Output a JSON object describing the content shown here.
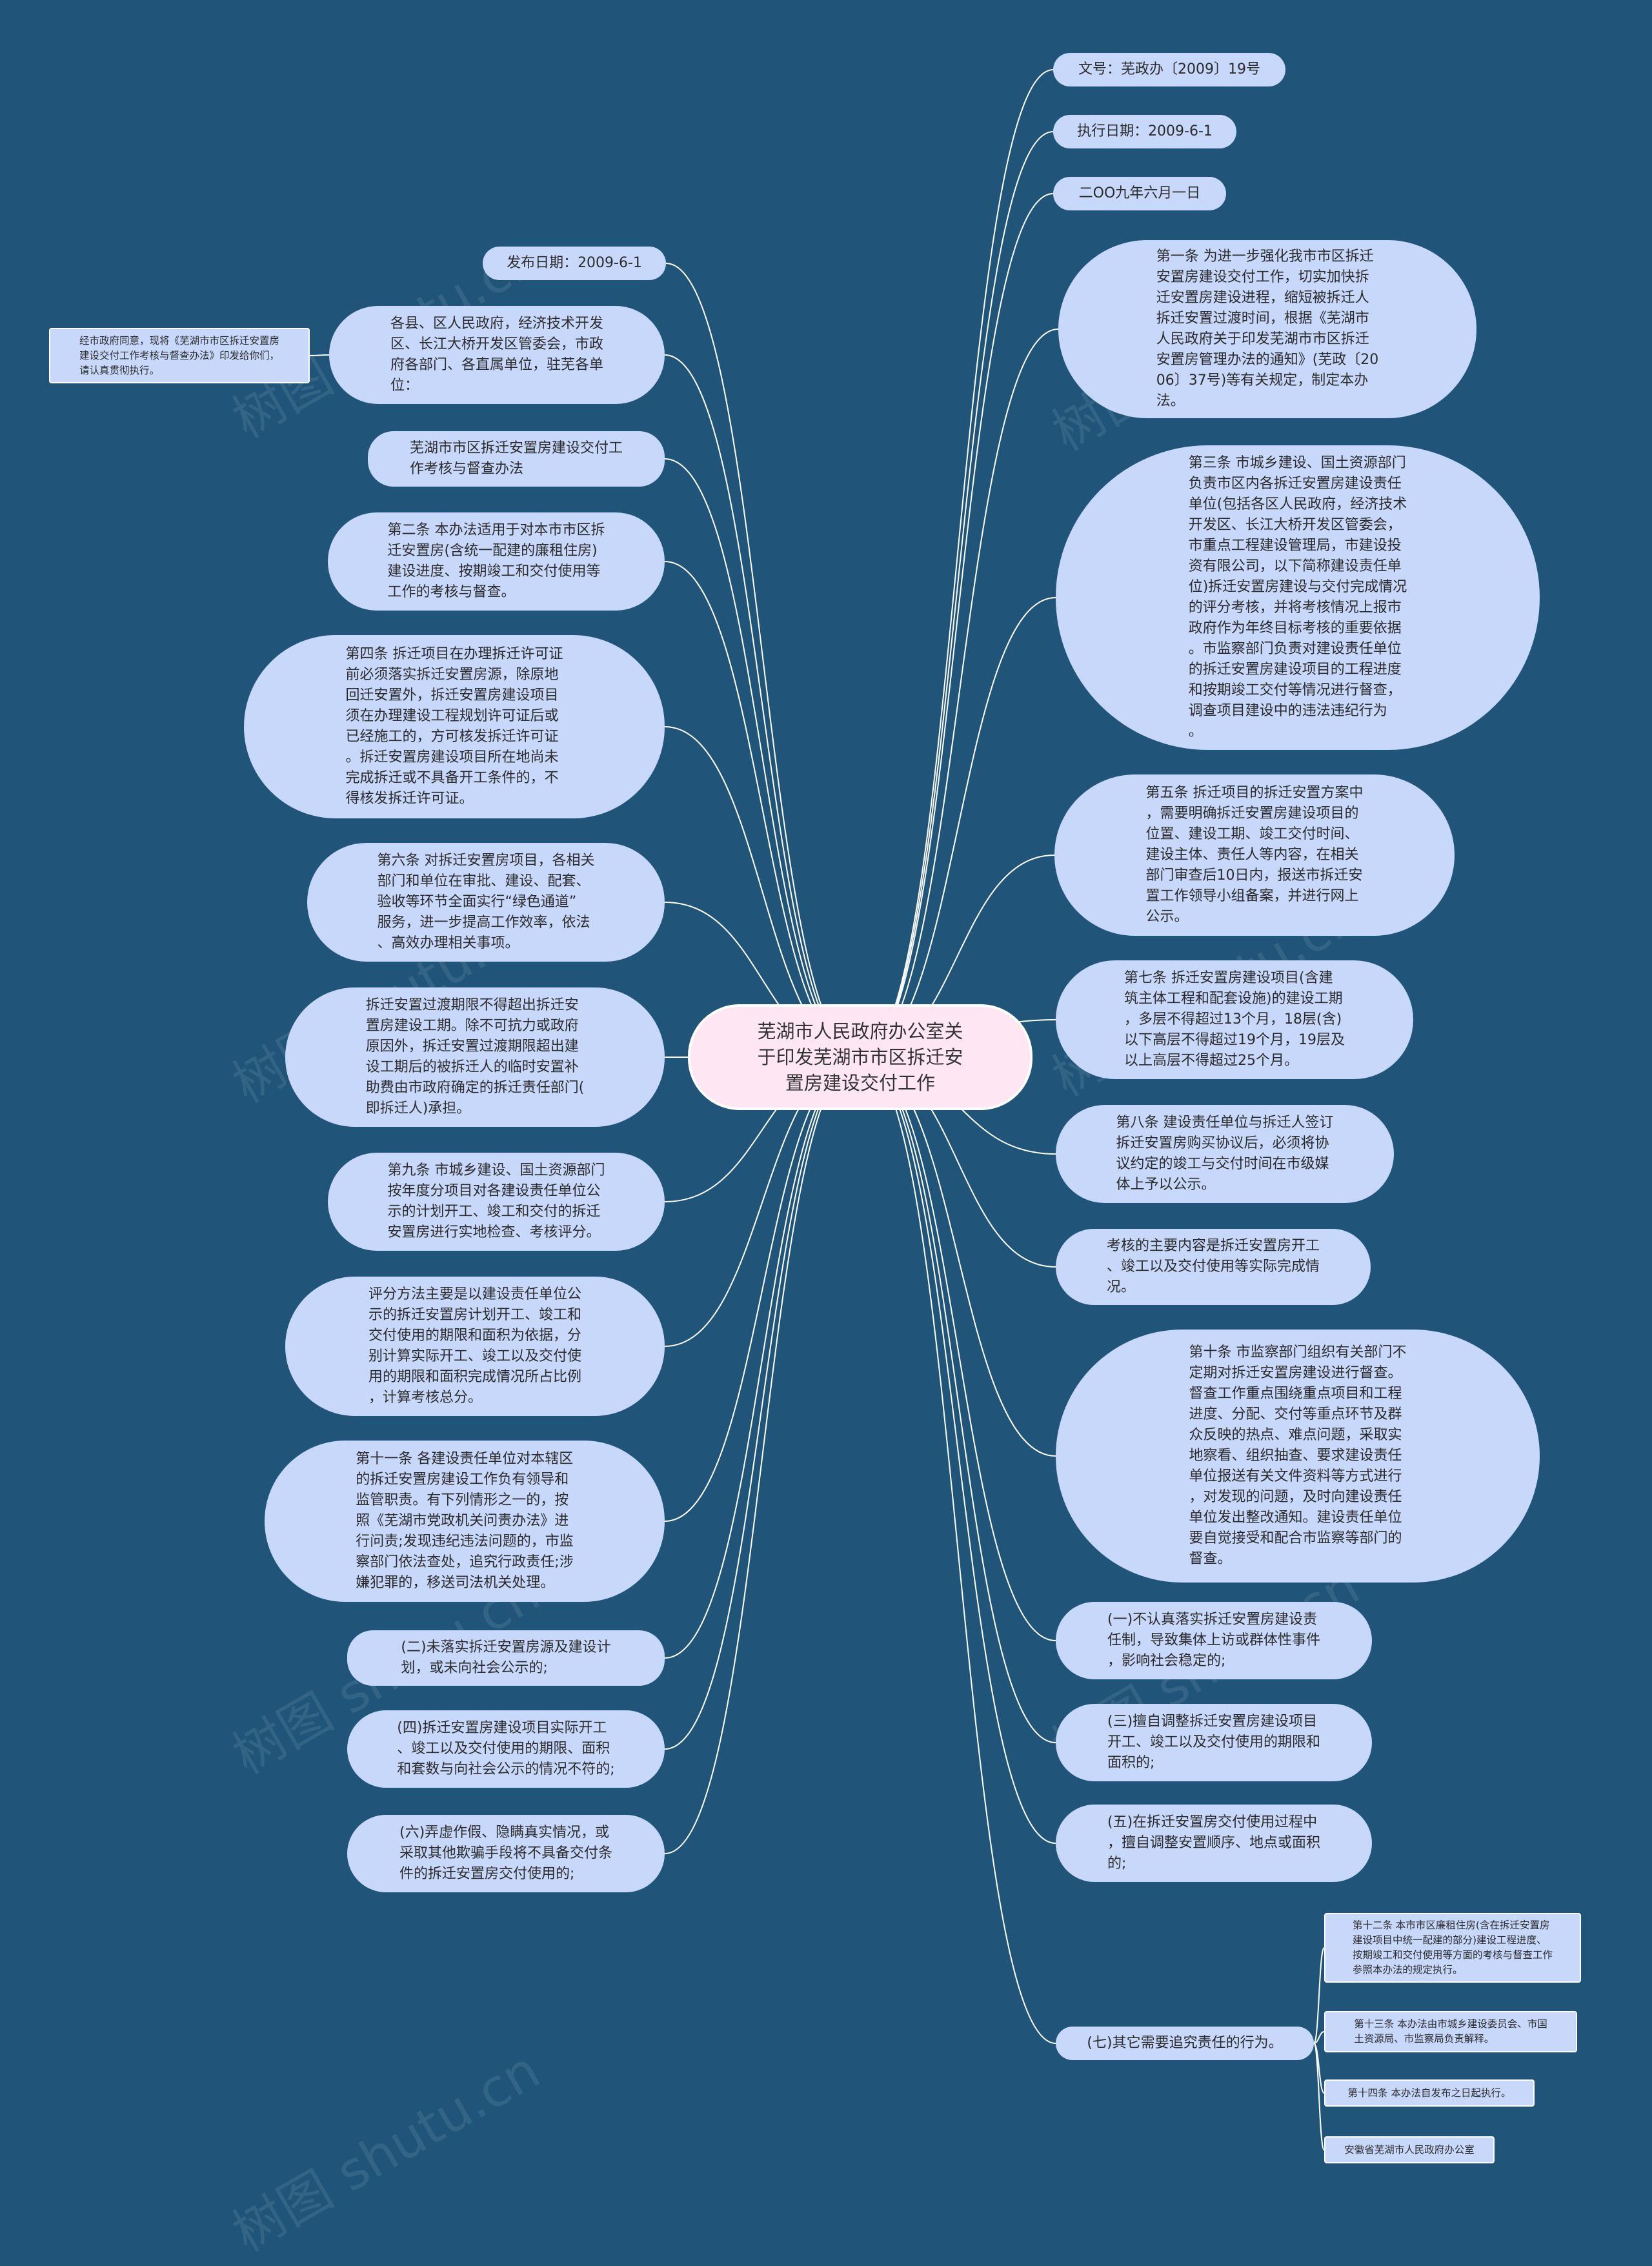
{
  "root": {
    "text": "芜湖市人民政府办公室关\n于印发芜湖市市区拆迁安\n置房建设交付工作"
  },
  "right": [
    {
      "text": "文号：芜政办〔2009〕19号"
    },
    {
      "text": "执行日期：2009-6-1"
    },
    {
      "text": "二OO九年六月一日"
    },
    {
      "text": "第一条 为进一步强化我市市区拆迁\n安置房建设交付工作，切实加快拆\n迁安置房建设进程，缩短被拆迁人\n拆迁安置过渡时间，根据《芜湖市\n人民政府关于印发芜湖市市区拆迁\n安置房管理办法的通知》(芜政〔20\n06〕37号)等有关规定，制定本办\n法。"
    },
    {
      "text": "第三条 市城乡建设、国土资源部门\n负责市区内各拆迁安置房建设责任\n单位(包括各区人民政府，经济技术\n开发区、长江大桥开发区管委会，\n市重点工程建设管理局，市建设投\n资有限公司，以下简称建设责任单\n位)拆迁安置房建设与交付完成情况\n的评分考核，并将考核情况上报市\n政府作为年终目标考核的重要依据\n。市监察部门负责对建设责任单位\n的拆迁安置房建设项目的工程进度\n和按期竣工交付等情况进行督查，\n调查项目建设中的违法违纪行为\n。"
    },
    {
      "text": "第五条 拆迁项目的拆迁安置方案中\n，需要明确拆迁安置房建设项目的\n位置、建设工期、竣工交付时间、\n建设主体、责任人等内容，在相关\n部门审查后10日内，报送市拆迁安\n置工作领导小组备案，并进行网上\n公示。"
    },
    {
      "text": "第七条 拆迁安置房建设项目(含建\n筑主体工程和配套设施)的建设工期\n，多层不得超过13个月，18层(含)\n以下高层不得超过19个月，19层及\n以上高层不得超过25个月。"
    },
    {
      "text": "第八条 建设责任单位与拆迁人签订\n拆迁安置房购买协议后，必须将协\n议约定的竣工与交付时间在市级媒\n体上予以公示。"
    },
    {
      "text": "考核的主要内容是拆迁安置房开工\n、竣工以及交付使用等实际完成情\n况。"
    },
    {
      "text": "第十条 市监察部门组织有关部门不\n定期对拆迁安置房建设进行督查。\n督查工作重点围绕重点项目和工程\n进度、分配、交付等重点环节及群\n众反映的热点、难点问题，采取实\n地察看、组织抽查、要求建设责任\n单位报送有关文件资料等方式进行\n，对发现的问题，及时向建设责任\n单位发出整改通知。建设责任单位\n要自觉接受和配合市监察等部门的\n督查。"
    },
    {
      "text": "(一)不认真落实拆迁安置房建设责\n任制，导致集体上访或群体性事件\n，影响社会稳定的;"
    },
    {
      "text": "(三)擅自调整拆迁安置房建设项目\n开工、竣工以及交付使用的期限和\n面积的;"
    },
    {
      "text": "(五)在拆迁安置房交付使用过程中\n，擅自调整安置顺序、地点或面积\n的;"
    },
    {
      "text": "(七)其它需要追究责任的行为。"
    }
  ],
  "right_children": [
    {
      "text": "第十二条 本市市区廉租住房(含在拆迁安置房\n建设项目中统一配建的部分)建设工程进度、\n按期竣工和交付使用等方面的考核与督查工作\n参照本办法的规定执行。"
    },
    {
      "text": "第十三条 本办法由市城乡建设委员会、市国\n土资源局、市监察局负责解释。"
    },
    {
      "text": "第十四条 本办法自发布之日起执行。"
    },
    {
      "text": "安徽省芜湖市人民政府办公室"
    }
  ],
  "left": [
    {
      "text": "发布日期：2009-6-1"
    },
    {
      "text": "各县、区人民政府，经济技术开发\n区、长江大桥开发区管委会，市政\n府各部门、各直属单位，驻芜各单\n位："
    },
    {
      "text": "芜湖市市区拆迁安置房建设交付工\n作考核与督查办法"
    },
    {
      "text": "第二条 本办法适用于对本市市区拆\n迁安置房(含统一配建的廉租住房)\n建设进度、按期竣工和交付使用等\n工作的考核与督查。"
    },
    {
      "text": "第四条 拆迁项目在办理拆迁许可证\n前必须落实拆迁安置房源，除原地\n回迁安置外，拆迁安置房建设项目\n须在办理建设工程规划许可证后或\n已经施工的，方可核发拆迁许可证\n。拆迁安置房建设项目所在地尚未\n完成拆迁或不具备开工条件的，不\n得核发拆迁许可证。"
    },
    {
      "text": "第六条 对拆迁安置房项目，各相关\n部门和单位在审批、建设、配套、\n验收等环节全面实行“绿色通道”\n服务，进一步提高工作效率，依法\n、高效办理相关事项。"
    },
    {
      "text": "拆迁安置过渡期限不得超出拆迁安\n置房建设工期。除不可抗力或政府\n原因外，拆迁安置过渡期限超出建\n设工期后的被拆迁人的临时安置补\n助费由市政府确定的拆迁责任部门(\n即拆迁人)承担。"
    },
    {
      "text": "第九条 市城乡建设、国土资源部门\n按年度分项目对各建设责任单位公\n示的计划开工、竣工和交付的拆迁\n安置房进行实地检查、考核评分。"
    },
    {
      "text": "评分方法主要是以建设责任单位公\n示的拆迁安置房计划开工、竣工和\n交付使用的期限和面积为依据，分\n别计算实际开工、竣工以及交付使\n用的期限和面积完成情况所占比例\n，计算考核总分。"
    },
    {
      "text": "第十一条 各建设责任单位对本辖区\n的拆迁安置房建设工作负有领导和\n监管职责。有下列情形之一的，按\n照《芜湖市党政机关问责办法》进\n行问责;发现违纪违法问题的，市监\n察部门依法查处，追究行政责任;涉\n嫌犯罪的，移送司法机关处理。"
    },
    {
      "text": "(二)未落实拆迁安置房源及建设计\n划，或未向社会公示的;"
    },
    {
      "text": "(四)拆迁安置房建设项目实际开工\n、竣工以及交付使用的期限、面积\n和套数与向社会公示的情况不符的;"
    },
    {
      "text": "(六)弄虚作假、隐瞒真实情况，或\n采取其他欺骗手段将不具备交付条\n件的拆迁安置房交付使用的;"
    }
  ],
  "left_children": [
    {
      "text": "经市政府同意，现将《芜湖市市区拆迁安置房\n建设交付工作考核与督查办法》印发给你们，\n请认真贯彻执行。"
    }
  ],
  "watermark": {
    "text": "树图 shutu.cn"
  },
  "colors": {
    "background": "#205579",
    "node": "#c7d8fb",
    "root": "#ffe6f3",
    "line": "#ffffff"
  }
}
